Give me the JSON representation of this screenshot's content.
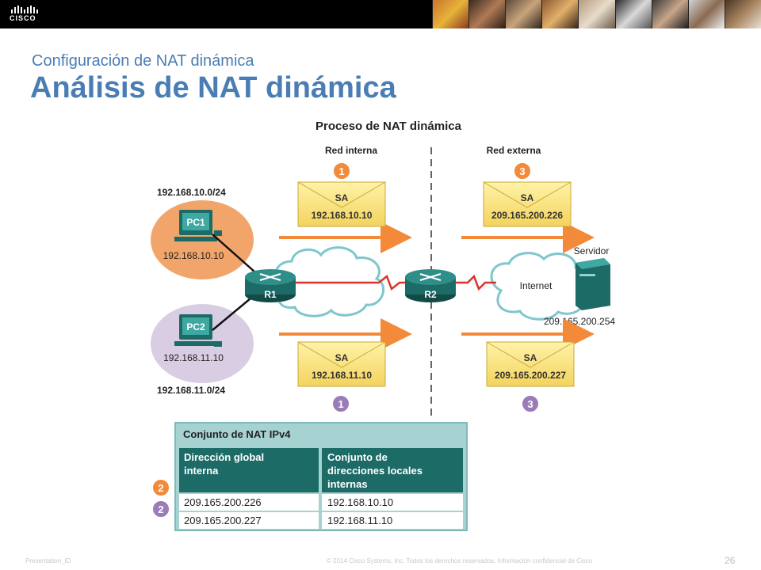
{
  "header": {
    "logo_text": "CISCO",
    "subtitle": "Configuración de NAT dinámica",
    "title": "Análisis de NAT dinámica"
  },
  "diagram": {
    "title": "Proceso de NAT dinámica",
    "inside_label": "Red interna",
    "outside_label": "Red externa",
    "pc1": {
      "label": "PC1",
      "ip": "192.168.10.10",
      "network": "192.168.10.0/24"
    },
    "pc2": {
      "label": "PC2",
      "ip": "192.168.11.10",
      "network": "192.168.11.0/24"
    },
    "r1": "R1",
    "r2": "R2",
    "internet": "Internet",
    "server": {
      "label": "Servidor",
      "ip": "209.165.200.254"
    },
    "envelopes": [
      {
        "label": "SA",
        "value": "192.168.10.10",
        "step": "1"
      },
      {
        "label": "SA",
        "value": "209.165.200.226",
        "step": "3"
      },
      {
        "label": "SA",
        "value": "192.168.11.10",
        "step": "1"
      },
      {
        "label": "SA",
        "value": "209.165.200.227",
        "step": "3"
      }
    ]
  },
  "nat_table": {
    "title": "Conjunto de NAT IPv4",
    "col1_line1": "Dirección global",
    "col1_line2": "interna",
    "col2_line1": "Conjunto de",
    "col2_line2": "direcciones locales",
    "col2_line3": "internas",
    "rows": [
      {
        "global": "209.165.200.226",
        "local": "192.168.10.10",
        "step": "2"
      },
      {
        "global": "209.165.200.227",
        "local": "192.168.11.10",
        "step": "2"
      }
    ]
  },
  "colors": {
    "title_blue": "#4a7db3",
    "orange": "#f2a56b",
    "purple": "#9b7cb8",
    "teal": "#1d6b67",
    "table_teal": "#a6d3d2"
  },
  "footer": {
    "left": "Presentation_ID",
    "center": "© 2014 Cisco Systems, Inc. Todos los derechos reservados. Información confidencial de Cisco",
    "page": "26"
  }
}
